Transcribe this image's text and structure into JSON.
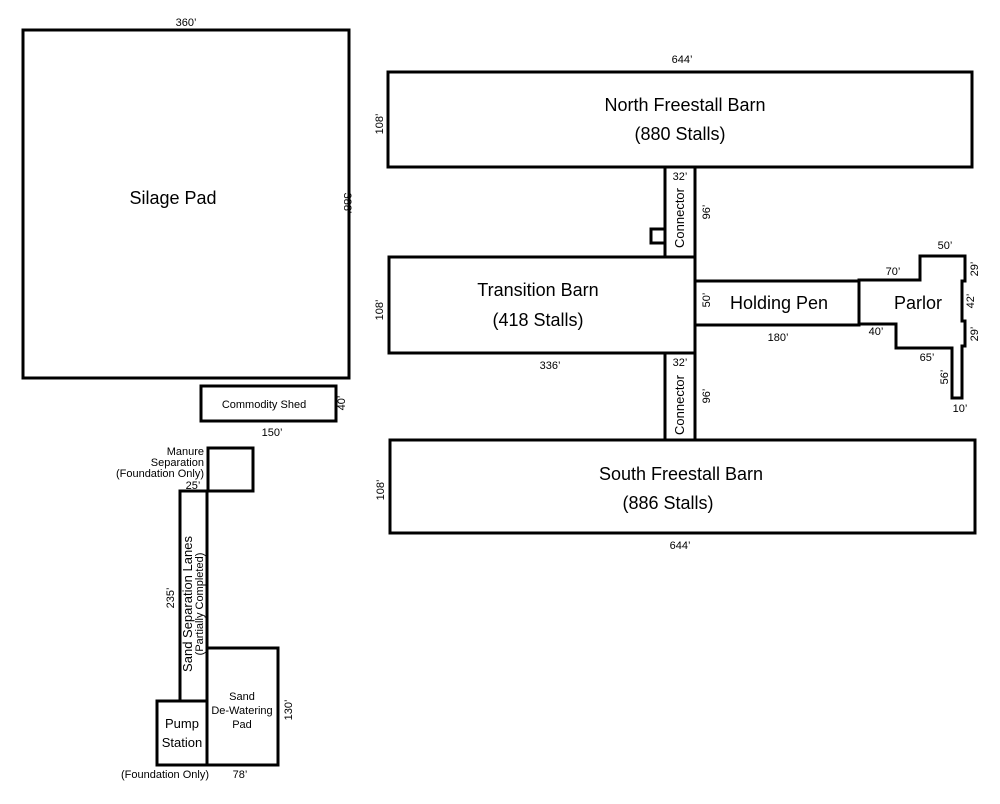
{
  "buildings": {
    "silage_pad": {
      "name": "Silage Pad",
      "width": "360’",
      "depth": "388’"
    },
    "commodity_shed": {
      "name": "Commodity Shed",
      "width": "150’",
      "depth": "40’"
    },
    "north_barn": {
      "name": "North Freestall Barn",
      "stalls": "(880 Stalls)",
      "width": "644’",
      "depth": "108’"
    },
    "north_connector": {
      "name": "Connector",
      "width": "32’",
      "length": "96’"
    },
    "transition_barn": {
      "name": "Transition Barn",
      "stalls": "(418 Stalls)",
      "width": "336’",
      "depth": "108’"
    },
    "holding_pen": {
      "name": "Holding Pen",
      "width": "180’",
      "depth": "50’"
    },
    "parlor": {
      "name": "Parlor",
      "dims": [
        "70’",
        "50’",
        "29’",
        "42’",
        "29’",
        "40’",
        "65’",
        "56’",
        "10’"
      ]
    },
    "south_connector": {
      "name": "Connector",
      "width": "32’",
      "length": "96’"
    },
    "south_barn": {
      "name": "South Freestall Barn",
      "stalls": "(886 Stalls)",
      "width": "644’",
      "depth": "108’"
    },
    "manure_separation": {
      "line1": "Manure",
      "line2": "Separation",
      "note": "(Foundation Only)",
      "width": "25’"
    },
    "sand_lanes": {
      "name": "Sand Separation Lanes",
      "note": "(Partially Completed)",
      "length": "235’"
    },
    "pump_station": {
      "line1": "Pump",
      "line2": "Station",
      "note": "(Foundation Only)"
    },
    "sand_pad": {
      "line1": "Sand",
      "line2": "De-Watering",
      "line3": "Pad",
      "width": "78’",
      "depth": "130’"
    }
  }
}
